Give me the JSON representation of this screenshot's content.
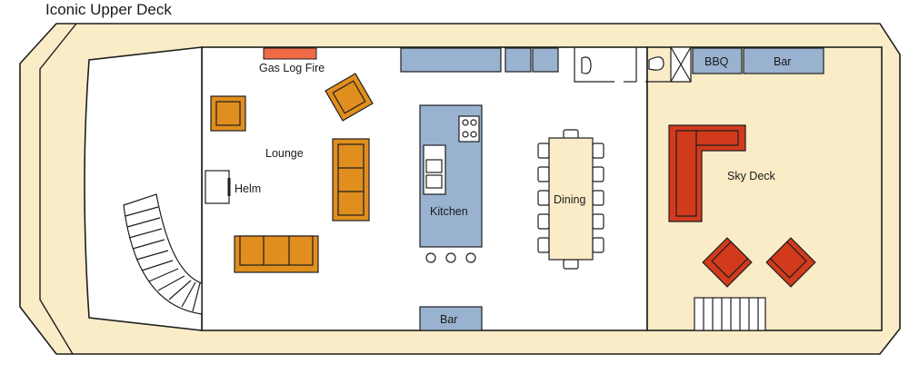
{
  "title": "Iconic Upper Deck",
  "labels": {
    "gas_log_fire": "Gas Log Fire",
    "lounge": "Lounge",
    "helm": "Helm",
    "kitchen": "Kitchen",
    "dining": "Dining",
    "sky_deck": "Sky Deck",
    "bbq": "BBQ",
    "bar_top": "Bar",
    "bar_bottom": "Bar"
  },
  "colors": {
    "hull": "#faecc7",
    "interior": "#ffffff",
    "sky_deck_floor": "#faecc7",
    "counter_blue": "#99b2cf",
    "sofa_orange": "#e08e1e",
    "sofa_red": "#d13b1c",
    "fire": "#ef6b47",
    "outline": "#1e1e1e"
  }
}
